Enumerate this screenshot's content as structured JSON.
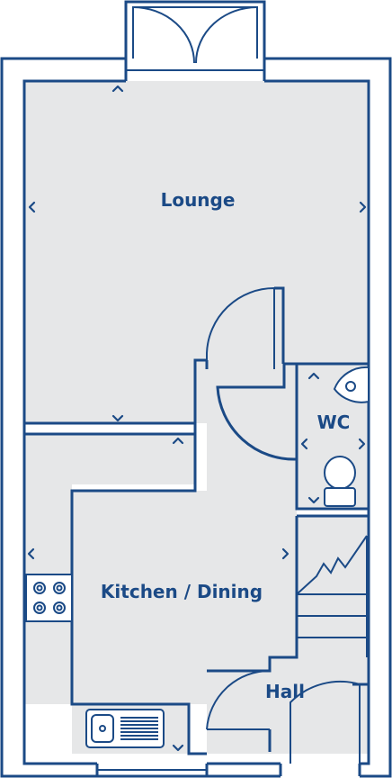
{
  "rooms": {
    "lounge": "Lounge",
    "kitchen_dining": "Kitchen / Dining",
    "wc": "WC",
    "hall": "Hall"
  },
  "colors": {
    "wall": "#1b4a86",
    "floor": "#e6e7e8",
    "background": "#ffffff"
  }
}
